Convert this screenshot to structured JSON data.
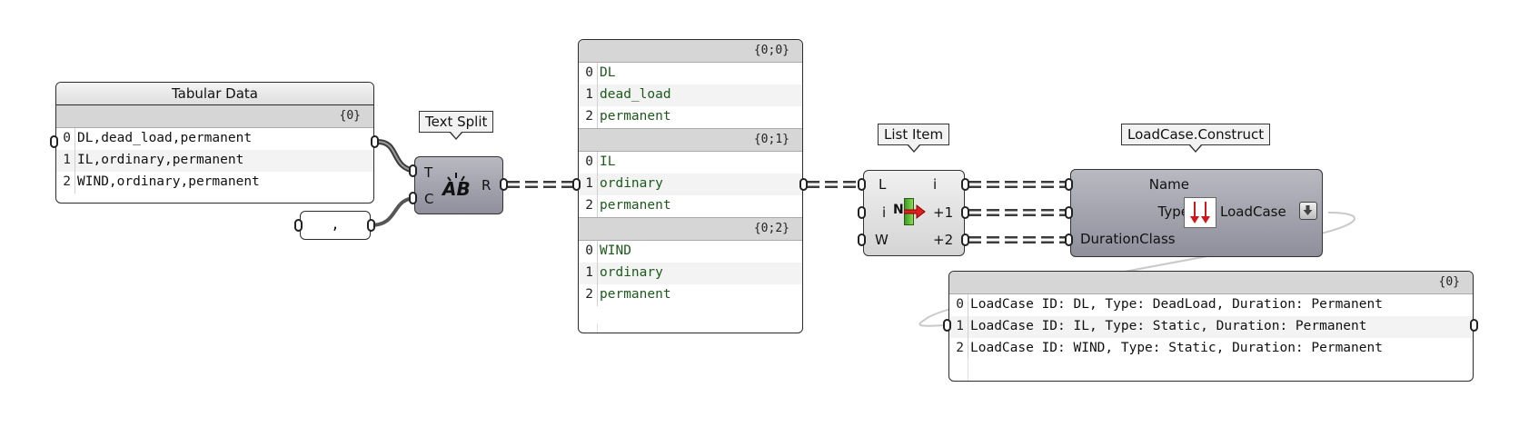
{
  "colors": {
    "text_green": "#1c5a1c",
    "comp_fill": "#9a9aa6",
    "wire": "#3c3c3c",
    "background": "#ffffff"
  },
  "tabular_panel": {
    "title": "Tabular Data",
    "branch": "{0}",
    "rows": [
      {
        "index": "0",
        "value": "DL,dead_load,permanent"
      },
      {
        "index": "1",
        "value": "IL,ordinary,permanent"
      },
      {
        "index": "2",
        "value": "WIND,ordinary,permanent"
      }
    ]
  },
  "separator_panel": {
    "value": ","
  },
  "text_split": {
    "tooltip": "Text Split",
    "input_t": "T",
    "input_c": "C",
    "output_r": "R",
    "icon": "ab-split-icon"
  },
  "split_panel": {
    "branches": [
      {
        "path": "{0;0}",
        "rows": [
          {
            "index": "0",
            "value": "DL"
          },
          {
            "index": "1",
            "value": "dead_load"
          },
          {
            "index": "2",
            "value": "permanent"
          }
        ]
      },
      {
        "path": "{0;1}",
        "rows": [
          {
            "index": "0",
            "value": "IL"
          },
          {
            "index": "1",
            "value": "ordinary"
          },
          {
            "index": "2",
            "value": "permanent"
          }
        ]
      },
      {
        "path": "{0;2}",
        "rows": [
          {
            "index": "0",
            "value": "WIND"
          },
          {
            "index": "1",
            "value": "ordinary"
          },
          {
            "index": "2",
            "value": "permanent"
          }
        ]
      }
    ]
  },
  "list_item": {
    "tooltip": "List Item",
    "input_l": "L",
    "input_i": "i",
    "input_w": "W",
    "output_i": "i",
    "output_p1": "+1",
    "output_p2": "+2",
    "icon": "list-item-icon",
    "icon_letter": "N"
  },
  "loadcase": {
    "tooltip": "LoadCase.Construct",
    "input_name": "Name",
    "input_type": "Type",
    "input_duration": "DurationClass",
    "output": "LoadCase",
    "icon": "loadcase-arrows-icon",
    "expand_icon": "down-arrow-icon"
  },
  "output_panel": {
    "branch": "{0}",
    "rows": [
      {
        "index": "0",
        "value": "LoadCase ID: DL, Type: DeadLoad, Duration: Permanent"
      },
      {
        "index": "1",
        "value": "LoadCase ID: IL, Type: Static, Duration: Permanent"
      },
      {
        "index": "2",
        "value": "LoadCase ID: WIND, Type: Static, Duration: Permanent"
      }
    ]
  }
}
